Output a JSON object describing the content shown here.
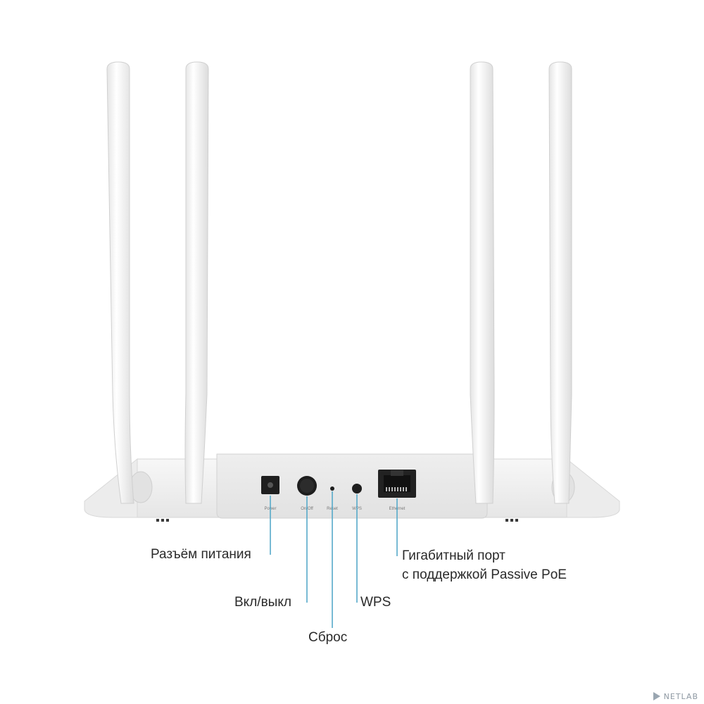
{
  "device_port_labels": {
    "power": "Power",
    "onoff": "On/Off",
    "reset": "Reset",
    "wps": "WPS",
    "ethernet": "Ethernet"
  },
  "callouts": {
    "power_connector": "Разъём питания",
    "on_off": "Вкл/выкл",
    "reset": "Сброс",
    "wps": "WPS",
    "ethernet_line1": "Гигабитный порт",
    "ethernet_line2": "с поддержкой Passive PoE"
  },
  "watermark": {
    "text": "NETLAB"
  },
  "colors": {
    "leader_line": "#56a9c9",
    "device_body": "#f2f2f2",
    "port_panel": "#e9e9e9",
    "port_black": "#1e1e1e"
  }
}
